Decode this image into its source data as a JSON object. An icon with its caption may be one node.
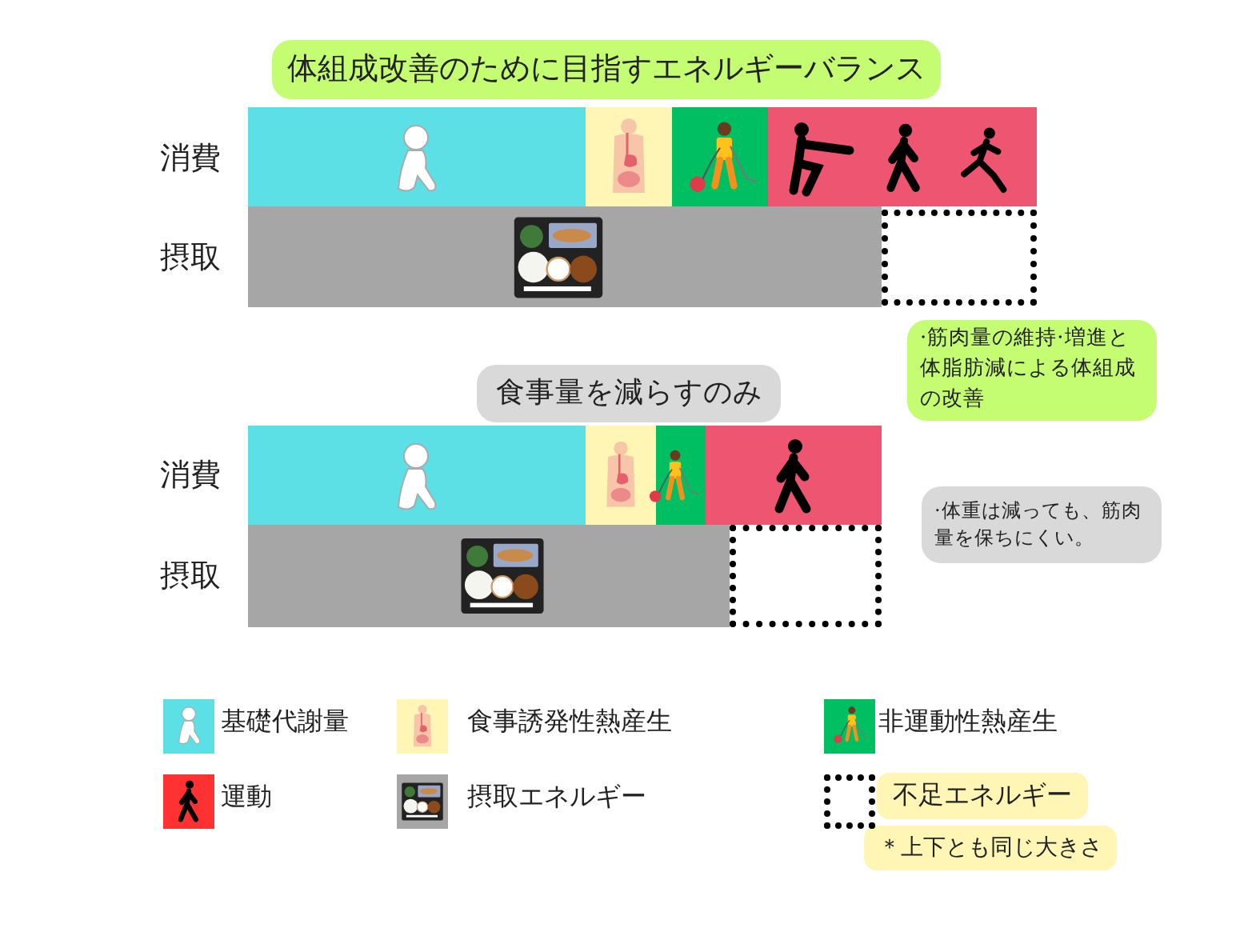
{
  "diagram": {
    "nodes": [
      {
        "text": [
          "体組成改善のために目指すエネルギーバランス"
        ]
      },
      {
        "text": [
          "·筋肉量の維持·増進と体脂肪減による体組成の改善"
        ]
      },
      {
        "text": [
          "食事量を減らすのみ"
        ]
      },
      {
        "text": [
          "·体重は減っても、筋肉量を保ちにくい。"
        ]
      },
      {
        "text": [],
        "shape": "box"
      },
      {
        "text": [],
        "shape": "box"
      }
    ],
    "labels": [
      "消費",
      "摂取",
      "消費",
      "摂取",
      "＊上下とも同じ大きさ"
    ],
    "legend": [
      {
        "text": "基礎代謝量",
        "color": "#5ce0e6"
      },
      {
        "text": "食事誘発性熱産生",
        "color": "#fff5b5"
      },
      {
        "text": "非運動性熱産生",
        "color": "#00bf63"
      },
      {
        "text": "運動",
        "color": "#ff3131"
      },
      {
        "text": "摂取エネルギー",
        "color": "#a6a6a6"
      },
      {
        "text": "不足エネルギー"
      }
    ]
  }
}
